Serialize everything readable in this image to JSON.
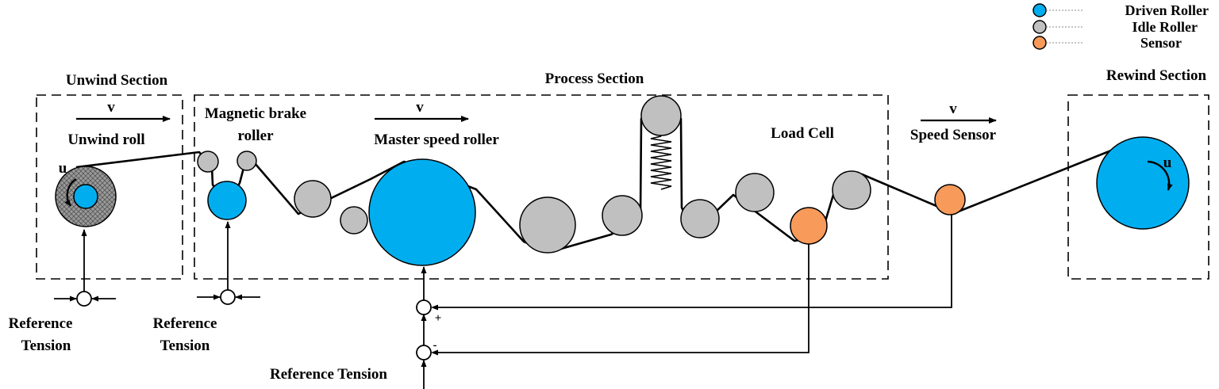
{
  "legend": {
    "driven": "Driven Roller",
    "idle": "Idle Roller",
    "sensor": "Sensor"
  },
  "sections": {
    "unwind": "Unwind Section",
    "process": "Process Section",
    "rewind": "Rewind Section"
  },
  "labels": {
    "v": "v",
    "u": "u",
    "unwind_roll": "Unwind roll",
    "magnetic_brake_line1": "Magnetic brake",
    "magnetic_brake_line2": "roller",
    "master_speed_roller": "Master speed roller",
    "load_cell": "Load Cell",
    "speed_sensor": "Speed Sensor",
    "reference_line1": "Reference",
    "tension_line2": "Tension",
    "reference_tension": "Reference Tension",
    "plus": "+",
    "minus": "-"
  },
  "colors": {
    "driven": "#00AEEF",
    "idle": "#C0C0C0",
    "sensor": "#F79A5A",
    "unwind_hatch": "#9A9A9A"
  }
}
